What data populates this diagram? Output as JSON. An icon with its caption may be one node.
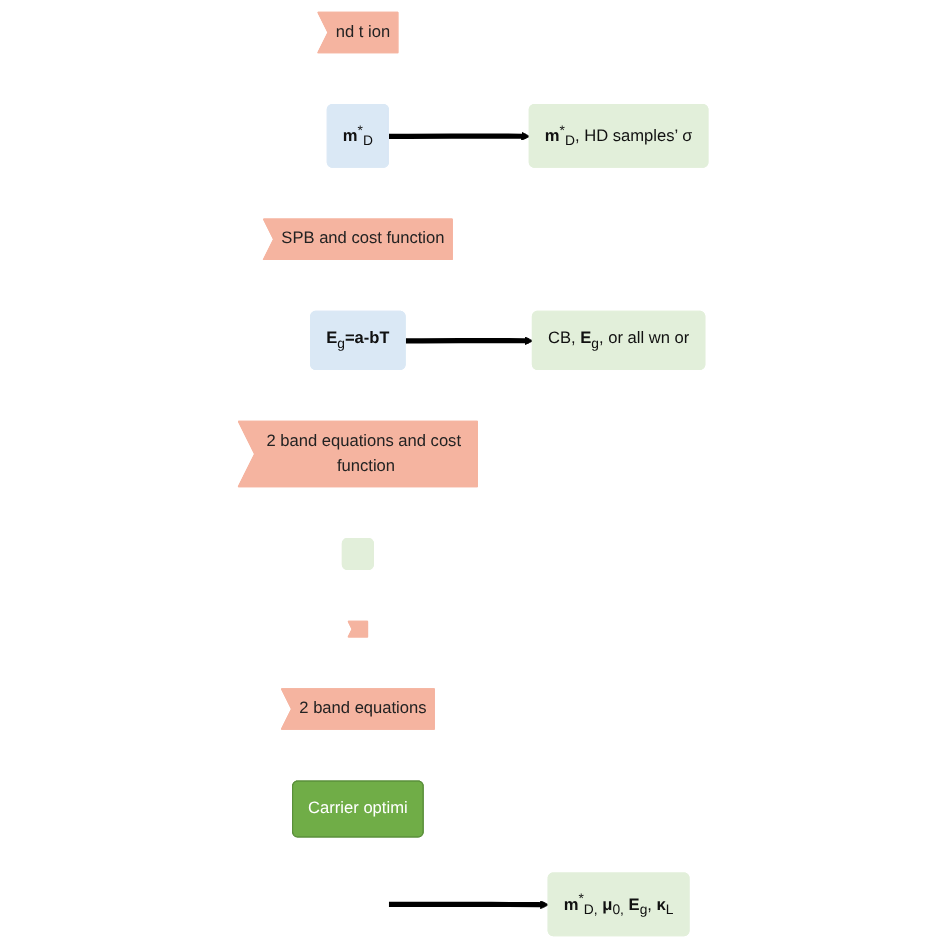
{
  "diagram": {
    "nodes": [
      {
        "text": [
          "nd t ion"
        ]
      },
      {
        "text": [
          "**m**$^{*}$$_{D}$"
        ]
      },
      {
        "text": [
          "**m**$^{*}$$_{D}$, HD samples’ σ"
        ]
      },
      {
        "text": [
          "SPB and cost function"
        ]
      },
      {
        "text": [
          "CB, **E**$_{g}$, or all wn or"
        ]
      },
      {
        "text": [
          "**E**$_{g}$**=a-bT**"
        ]
      },
      {
        "text": [
          "2 band equations and cost function"
        ]
      },
      {
        "text": [],
        "shape": "box"
      },
      {
        "text": [],
        "shape": "arrow"
      },
      {
        "text": [
          "**m**$^{*}$$_{D,}$ **μ**$_{0,}$ **E**$_{g}$, **κ**$_{L}$"
        ]
      },
      {
        "text": [
          "2 band equations"
        ]
      },
      {
        "text": [
          "Carrier optimi"
        ]
      }
    ],
    "edges": [
      {
        "from": 1,
        "to": 2,
        "arrow": "to"
      },
      {
        "from": 5,
        "to": 4,
        "arrow": "to"
      },
      {
        "from": null,
        "to": 9,
        "arrow": "to"
      }
    ]
  }
}
